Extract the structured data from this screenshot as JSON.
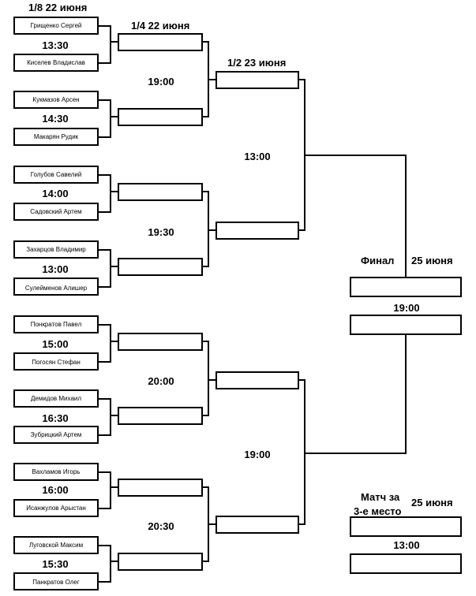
{
  "round_labels": {
    "r16": "1/8 22 июня",
    "qf": "1/4 22 июня",
    "sf": "1/2 23 июня",
    "final": "Финал",
    "final_date": "25 июня",
    "third_place_line1": "Матч за",
    "third_place_line2": "3-е место",
    "third_place_date": "25 июня"
  },
  "r16_matches": [
    {
      "player1": "Грищенко Сергей",
      "player2": "Киселев Владислав",
      "time": "13:30"
    },
    {
      "player1": "Кукмазов Арсен",
      "player2": "Макарян Рудик",
      "time": "14:30"
    },
    {
      "player1": "Голубов Савелий",
      "player2": "Садовский Артем",
      "time": "14:00"
    },
    {
      "player1": "Захарцов Владимир",
      "player2": "Сулейменов Алишер",
      "time": "13:00"
    },
    {
      "player1": "Понкратов Павел",
      "player2": "Погосян Стефан",
      "time": "15:00"
    },
    {
      "player1": "Демидов Михаил",
      "player2": "Зубрицкий Артем",
      "time": "16:30"
    },
    {
      "player1": "Вахламов Игорь",
      "player2": "Исанжулов Арыстан",
      "time": "16:00"
    },
    {
      "player1": "Луговской Максим",
      "player2": "Панкратов Олег",
      "time": "15:30"
    }
  ],
  "qf_times": [
    "19:00",
    "19:30",
    "20:00",
    "20:30"
  ],
  "sf_times": [
    "13:00",
    "19:00"
  ],
  "final_time": "19:00",
  "third_place_time": "13:00"
}
